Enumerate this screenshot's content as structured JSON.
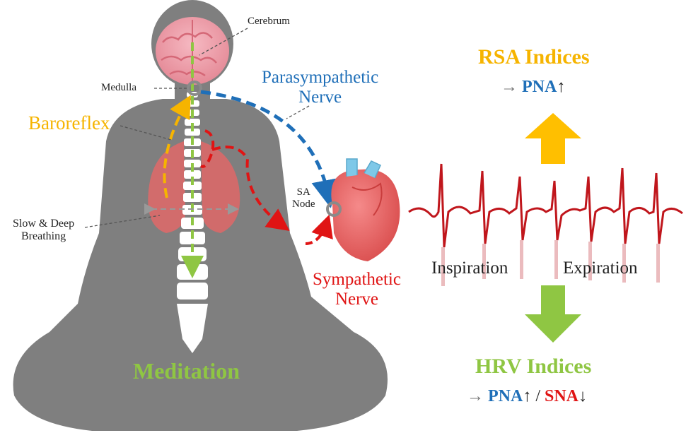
{
  "colors": {
    "silhouette": "#7f7f7f",
    "parasympathetic": "#1f6fb8",
    "sympathetic": "#e01414",
    "baroreflex": "#f6b400",
    "meditation": "#8fc643",
    "ecg": "#c0161c"
  },
  "icons": [
    "brain-icon",
    "spine-icon",
    "lungs-icon",
    "heart-icon",
    "up-arrow-icon",
    "down-arrow-icon",
    "ecg-waveform-icon"
  ],
  "labels": {
    "cerebrum": "Cerebrum",
    "medulla": "Medulla",
    "baroreflex": "Baroreflex",
    "parasympathetic_line1": "Parasympathetic",
    "parasympathetic_line2": "Nerve",
    "sa_line1": "SA",
    "sa_line2": "Node",
    "breathing_line1": "Slow & Deep",
    "breathing_line2": "Breathing",
    "sympathetic_line1": "Sympathetic",
    "sympathetic_line2": "Nerve",
    "meditation": "Meditation"
  },
  "rsa": {
    "title": "RSA Indices",
    "arrow": "→",
    "pna": "PNA",
    "up": "↑"
  },
  "hrv": {
    "title": "HRV Indices",
    "arrow": "→",
    "pna": "PNA",
    "up": "↑",
    "sep": "/",
    "sna": "SNA",
    "down": "↓"
  },
  "ecg": {
    "inspiration": "Inspiration",
    "expiration": "Expiration"
  }
}
